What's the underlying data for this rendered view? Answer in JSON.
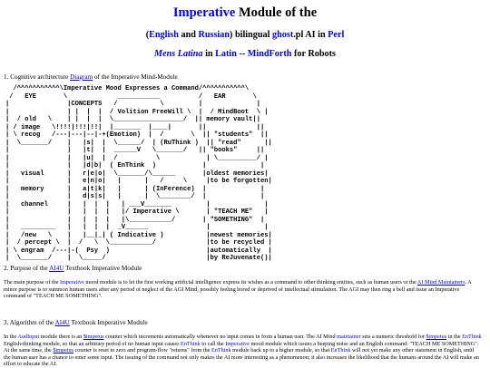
{
  "header": {
    "title_link": "Imperative",
    "title_rest": " Module of the",
    "line2_open": "(",
    "english": "English",
    "and": " and ",
    "russian": "Russian",
    "bilingual": ") bilingual ",
    "ghost": "ghost",
    "pl": ".pl AI in ",
    "perl": "Perl",
    "mens_latina": "Mens Latina",
    "in": " in ",
    "latin": "Latin",
    "sep": " -- ",
    "mindforth": "MindForth",
    "for_robots": " for Robots"
  },
  "section1": {
    "heading_pre": "1. Cognitive architecture ",
    "heading_link": "Diagram",
    "heading_post": " of the Imperative Mind-Module"
  },
  "diagram_lines": [
    "  /^^^^^^^^^^^\\Imperative Mood Expresses a Command/^^^^^^^^^^^\\",
    " /   EYE       \\             ___________          /   EAR       \\",
    "|               |CONCEPTS   /           \\         |              |",
    "|               | |  |  |  / Volition FreeWill \\  |  / MindBoot  \\ |",
    "|  / old   \\    | |  |  |  \\__________________/  || memory vault||",
    "| / image   \\!!!!|!!!|!!|  |_______  |____|       ||             ||",
    "| \\ recog   /---|---|--|-+(Emotion)  |  /       \\  || \"students\"  ||",
    "|  \\_______/    |   |s|  |  \\______/  | (RuThink )  || \"read\"      ||",
    "|               |   |t|  |  ______V   \\_______/   || \"books\"     ||",
    "|               |   |u|  |  /          \\            | \\__________/ |",
    "|               |   |d|b|  ( EnThink  )            |              |",
    "|   visual      |   r|e|o|  \\_______/\\______       |oldest memories|",
    "|               |   e|n|o|   |      |   /     \\     |to be forgotten|",
    "|   memory      |   a|t|k|   |      | (InFerence)  |              |",
    "|               |   d|s|s|   |      |  \\________/  |              |",
    "|   channel     |   |  |  |   | ___V_______         |              |",
    "|               |   |  |  |   |/ Imperative \\       | \"TEACH ME\"   |",
    "|               |   |  |  |   |\\___________/       | \"SOMETHING\"  |",
    "|   _________   |   |  |  |  _V______               |              |",
    "|   /new   \\    |   |__|_| ( Indicative )           |newest memories|",
    "|  / percept \\  |  /   \\  \\___________/             |to be recycled |",
    "| \\ engram  /---|-(  Psy  )                         |automatically  |",
    "|  \\_______/    |  \\_____/                          |by ReJuvenate()|"
  ],
  "section2": {
    "heading_pre": "2. Purpose of the ",
    "heading_link": "AI4U",
    "heading_post": " Textbook Imperative Module",
    "t1": "The main purpose of the ",
    "l1": "Imperative",
    "t2": " mood module is to let the first working artificial intelligence express its wishes as a command to other thinking entities, such as human users or the ",
    "l2": "AI Mind Maintainers",
    "t3": ". A minor purpose is to summon human users after any period of neglect of the AGI Mind, possibly feeling bored or deprived of intellectual stimulation. The AGI may then ring a bell and issue an Imperative command of \"TEACH ME SOMETHING\"."
  },
  "section3": {
    "heading_pre": "3. Algorithm of the ",
    "heading_link": "AI4U",
    "heading_post": " Textbook Imperative Module",
    "t1": "In the ",
    "l1": "AudInput",
    "t2": " module there is an ",
    "l2": "$impetus",
    "t3": " counter which increments automatically whenever no input comes in from a human user. The AI Mind ",
    "l3": "maintainer",
    "t4": " sets a numeric threshold for ",
    "l4": "$impetus",
    "t5": " in the ",
    "l5": "EnThink",
    "t6": " English-thinking module, so that an arbitrary period of no human input causes ",
    "l6": "EnThink",
    "t7": " to call the ",
    "l7": "Imperative",
    "t8": " mood module which issues a beeping noise and an English command: \"TEACH ME SOMETHING\". At the same time, the ",
    "l8": "$impetus",
    "t9": " counter is reset to zero and program-flow \"returns\" from the ",
    "l9": "EnThink",
    "t10": " module back up to a higher module, so that ",
    "l10": "EnThink",
    "t11": " will not yet make any other statement in English, until the human user has a chance to enter some input. The issuing of the command not only makes the AI more interesting as a phenomenon; it also increases the likelihood that the humans around the AI will make an effort to educate the AI."
  }
}
